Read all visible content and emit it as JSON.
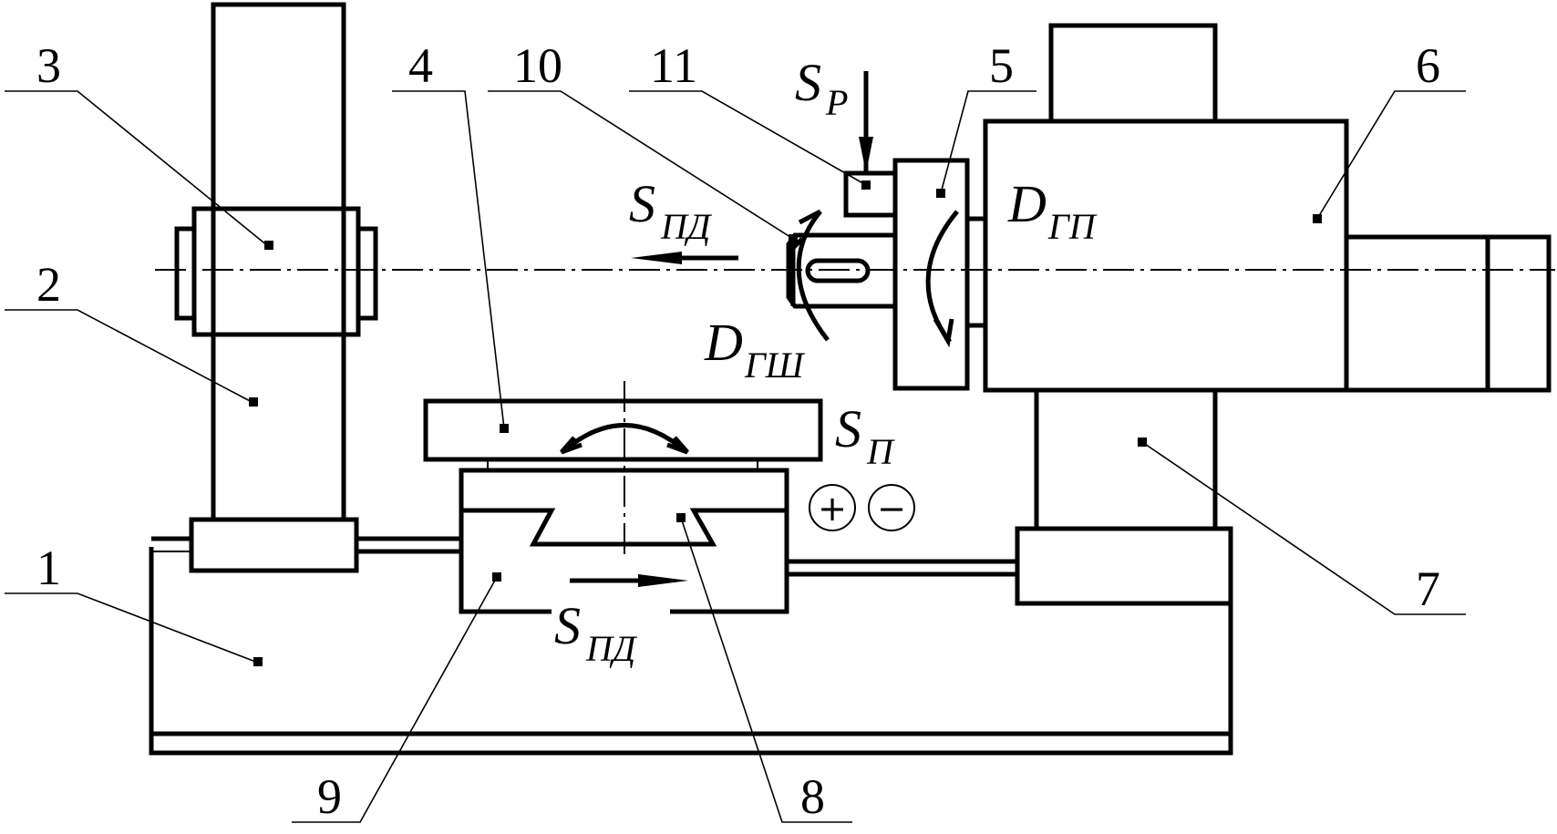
{
  "labels": {
    "n1": "1",
    "n2": "2",
    "n3": "3",
    "n4": "4",
    "n5": "5",
    "n6": "6",
    "n7": "7",
    "n8": "8",
    "n9": "9",
    "n10": "10",
    "n11": "11"
  },
  "symbols": {
    "sr": {
      "letter": "S",
      "subscript": "P"
    },
    "spd_top": {
      "letter": "S",
      "subscript": "ПД"
    },
    "spd_bottom": {
      "letter": "S",
      "subscript": "ПД"
    },
    "dgp": {
      "letter": "D",
      "subscript": "ГП"
    },
    "dgsh": {
      "letter": "D",
      "subscript": "ГШ"
    },
    "sp": {
      "letter": "S",
      "subscript": "П"
    },
    "plus": "+",
    "minus": "−"
  }
}
